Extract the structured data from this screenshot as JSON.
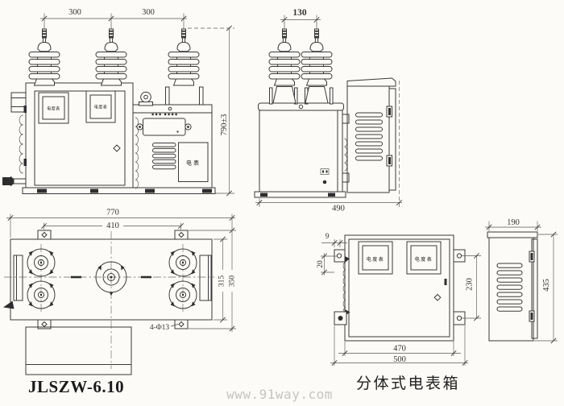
{
  "drawing": {
    "model": "JLSZW-6.10",
    "right_caption": "分体式电表箱",
    "watermark": "www.91way.com"
  },
  "labels": {
    "meter_window": "电度表",
    "meter_panel": "电表"
  },
  "dims": {
    "front_pitch_left": "300",
    "front_pitch_right": "300",
    "front_height": "790±3",
    "side_pitch": "130",
    "side_width": "490",
    "plan_width": "770",
    "plan_mount_pitch": "410",
    "plan_depth": "315",
    "plan_overall_depth": "350",
    "plan_holes": "4-Φ13",
    "mb_offset": "9",
    "mb_edge": "20",
    "mb_hole_pitch": "230",
    "mb_width": "470",
    "mb_overall_width": "500",
    "mb_depth": "190",
    "mb_height": "435"
  }
}
